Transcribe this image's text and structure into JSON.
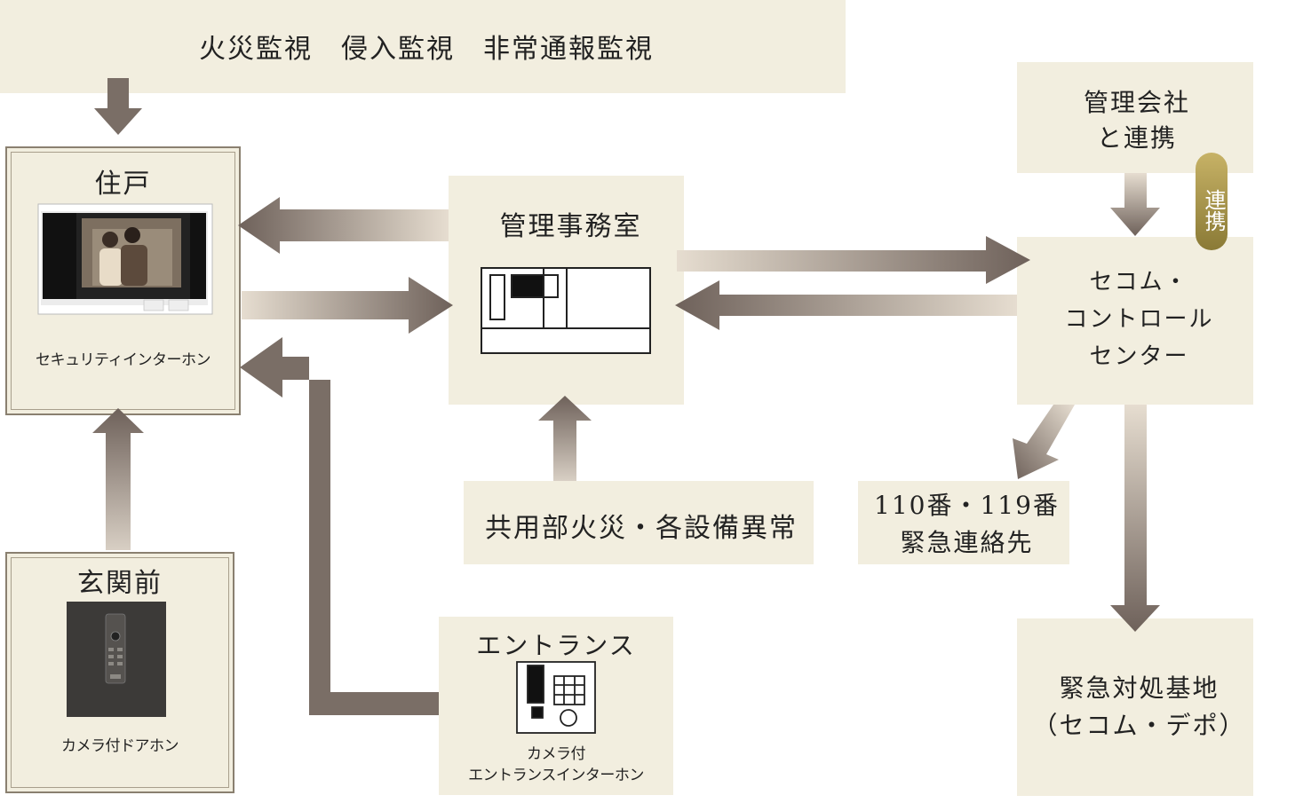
{
  "monitoring_banner": "火災監視　侵入監視　非常通報監視",
  "dwelling": {
    "title": "住戸",
    "device_label": "セキュリティインターホン"
  },
  "management_office": {
    "title": "管理事務室"
  },
  "common_area": "共用部火災・各設備異常",
  "entrance": {
    "title": "エントランス",
    "device_label_1": "カメラ付",
    "device_label_2": "エントランスインターホン"
  },
  "front_door": {
    "title": "玄関前",
    "device_label": "カメラ付ドアホン"
  },
  "management_company": {
    "line1": "管理会社",
    "line2": "と連携"
  },
  "link_badge": "連携",
  "control_center": {
    "line1": "セコム・",
    "line2": "コントロール",
    "line3": "センター"
  },
  "emergency_contacts": {
    "line1": "110番・119番",
    "line2": "緊急連絡先"
  },
  "emergency_base": {
    "line1": "緊急対処基地",
    "line2": "（セコム・デポ）"
  },
  "colors": {
    "box_fill": "#f2eedf",
    "arrow": "#7a6e66",
    "badge": "#a8943f"
  }
}
